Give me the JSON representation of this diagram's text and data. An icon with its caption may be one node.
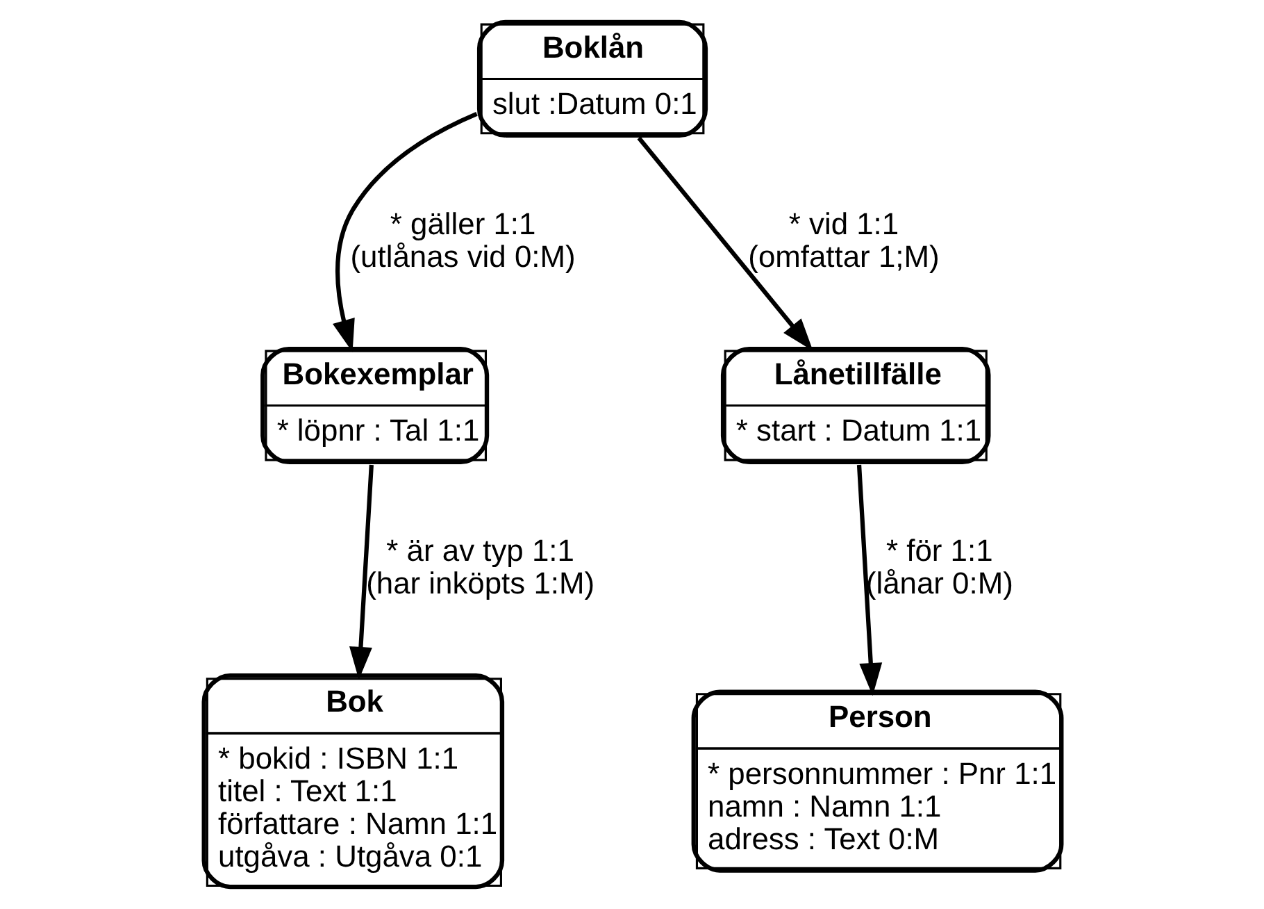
{
  "diagram": {
    "nodes": [
      {
        "text": [
          "Boklån",
          "slut :Datum 0:1"
        ]
      },
      {
        "text": [
          "Bokexemplar",
          "* löpnr : Tal 1:1"
        ]
      },
      {
        "text": [
          "Lånetillfälle",
          "* start : Datum 1:1"
        ]
      },
      {
        "text": [
          "Bok",
          "* bokid : ISBN 1:1",
          "titel : Text 1:1",
          "författare : Namn 1:1",
          "utgåva : Utgåva 0:1"
        ]
      },
      {
        "text": [
          "Person",
          "* personnummer : Pnr 1:1",
          "namn : Namn 1:1",
          "adress : Text 0:M"
        ]
      }
    ],
    "edges": [
      {
        "from": 0,
        "to": 1,
        "arrow": "to",
        "label": "* gäller 1:1 (utlånas vid 0:M)"
      },
      {
        "from": 0,
        "to": 2,
        "arrow": "to",
        "label": "* vid 1:1 (omfattar 1;M)"
      },
      {
        "from": 1,
        "to": 3,
        "arrow": "to",
        "label": "* är av typ 1:1 (har inköpts 1:M)"
      },
      {
        "from": 2,
        "to": 4,
        "arrow": "to",
        "label": "* för 1:1 (lånar 0:M)"
      }
    ]
  }
}
